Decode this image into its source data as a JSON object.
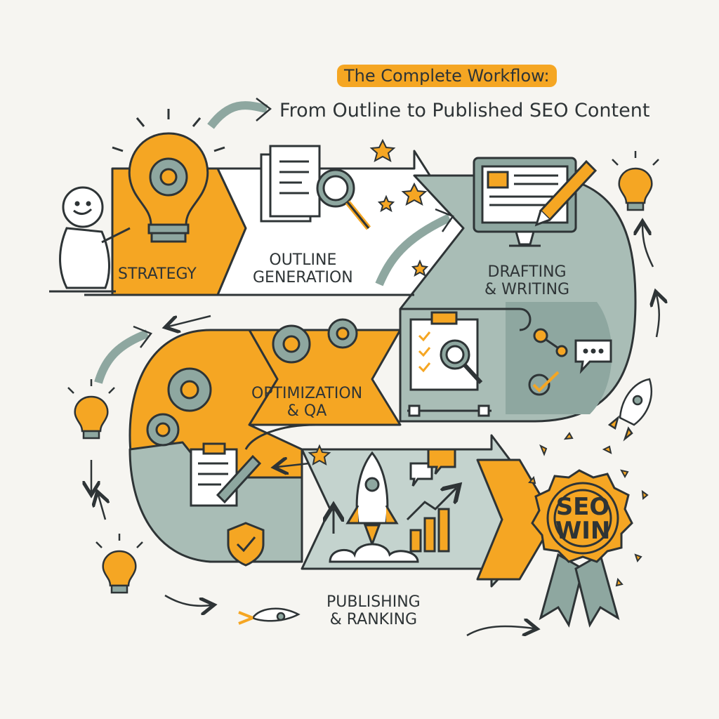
{
  "title": {
    "line1": "The Complete Workflow:",
    "line2": "From Outline to Published SEO Content"
  },
  "stages": [
    {
      "id": "strategy",
      "line1": "STRATEGY",
      "line2": "",
      "icon": "lightbulb-gears-icon"
    },
    {
      "id": "outline",
      "line1": "OUTLINE",
      "line2": "GENERATION",
      "icon": "documents-magnifier-icon"
    },
    {
      "id": "drafting",
      "line1": "DRAFTING",
      "line2": "& WRITING",
      "icon": "monitor-pencil-icon"
    },
    {
      "id": "optimization",
      "line1": "OPTIMIZATION",
      "line2": "& QA",
      "icon": "gears-icon"
    },
    {
      "id": "publishing",
      "line1": "PUBLISHING",
      "line2": "& RANKING",
      "icon": "rocket-chart-icon"
    }
  ],
  "badge": {
    "line1": "SEO",
    "line2": "WIN"
  },
  "colors": {
    "orange": "#f5a623",
    "sage": "#a9bdb6",
    "sage_dark": "#8ea7a0",
    "ink": "#2e3436",
    "bg": "#f6f5f1"
  }
}
